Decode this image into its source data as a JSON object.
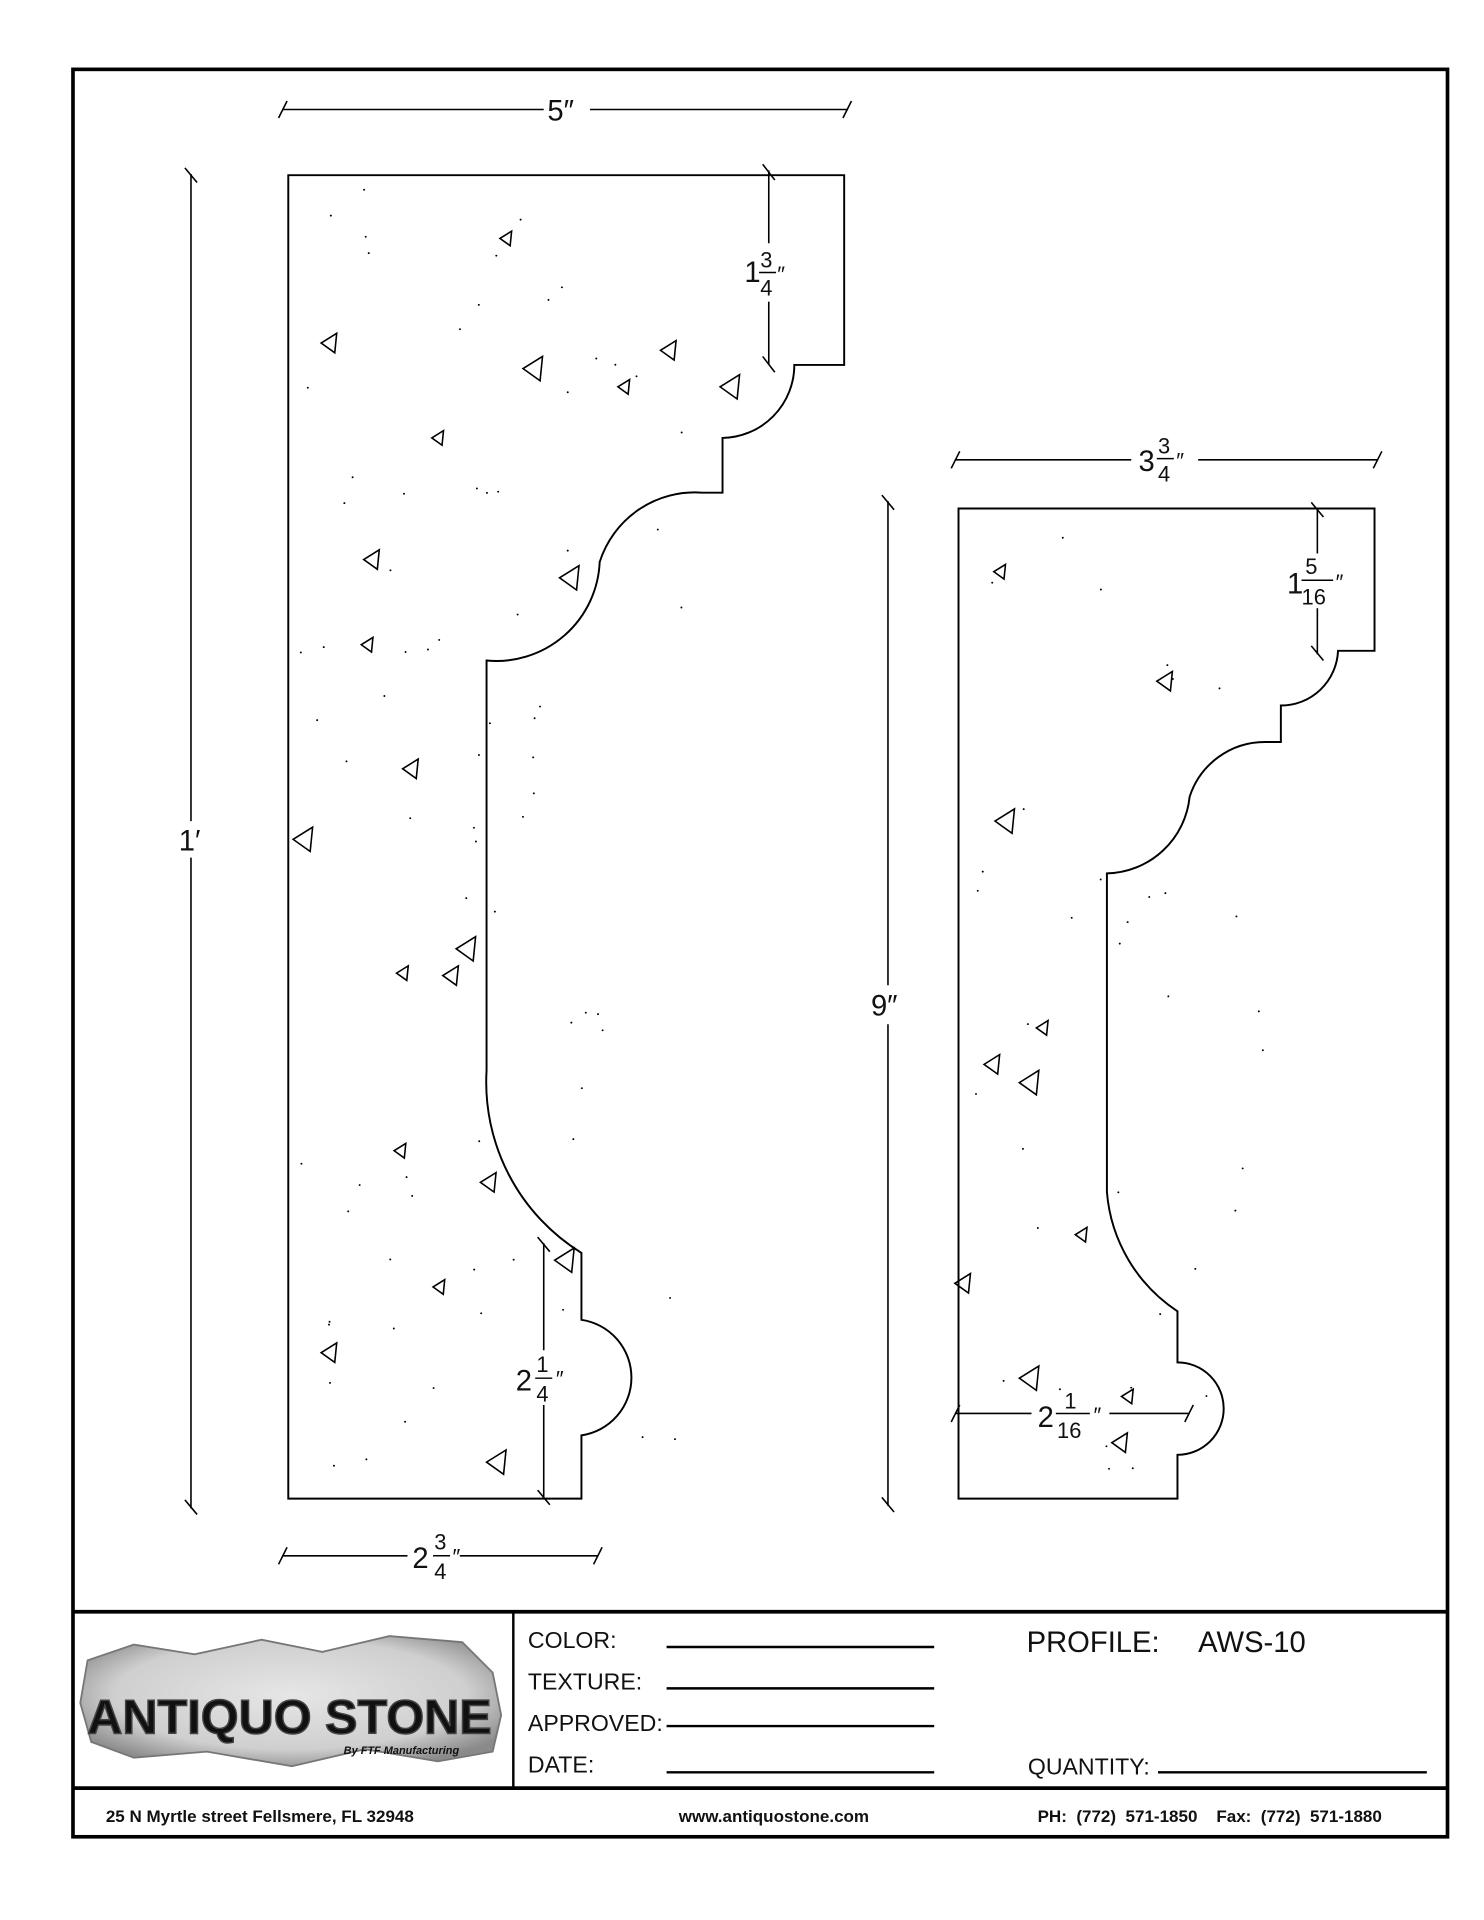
{
  "logo": {
    "name": "ANTIQUO STONE",
    "tagline": "By FTF Manufacturing"
  },
  "dimensions": {
    "large_width": {
      "whole": "5",
      "num": "",
      "den": ""
    },
    "large_height": {
      "whole": "1′",
      "num": "",
      "den": ""
    },
    "large_top_step": {
      "whole": "1",
      "num": "3",
      "den": "4"
    },
    "large_bottom_width": {
      "whole": "2",
      "num": "3",
      "den": "4"
    },
    "large_bead_height": {
      "whole": "2",
      "num": "1",
      "den": "4"
    },
    "small_width": {
      "whole": "3",
      "num": "3",
      "den": "4"
    },
    "small_height": {
      "whole": "9",
      "num": "",
      "den": ""
    },
    "small_top_step": {
      "whole": "1",
      "num": "5",
      "den": "16"
    },
    "small_bottom_width": {
      "whole": "2",
      "num": "1",
      "den": "16"
    },
    "inch_mark": "″"
  },
  "title_block": {
    "color_label": "COLOR:",
    "texture_label": "TEXTURE:",
    "approved_label": "APPROVED:",
    "date_label": "DATE:",
    "profile_label": "PROFILE:",
    "profile_value": "AWS-10",
    "quantity_label": "QUANTITY:"
  },
  "footer": {
    "address": "25 N Myrtle street Fellsmere, FL 32948",
    "website": "www.antiquostone.com",
    "phone": "PH:  (772)  571-1850    Fax:  (772)  571-1880"
  }
}
